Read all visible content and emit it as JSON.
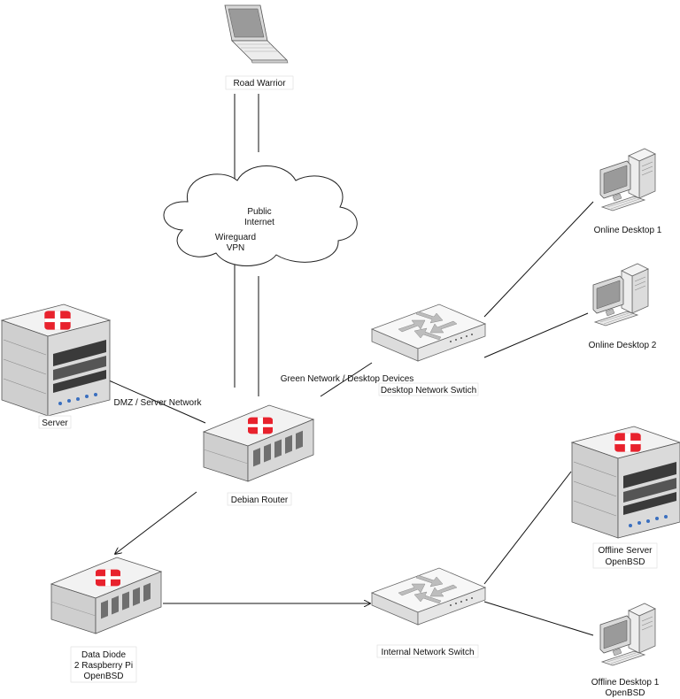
{
  "nodes": {
    "road_warrior": {
      "label": "Road Warrior"
    },
    "public_internet": {
      "label_lines": [
        "Public",
        "Internet"
      ]
    },
    "wireguard_vpn": {
      "label_lines": [
        "Wireguard",
        "VPN"
      ]
    },
    "server": {
      "label": "Server"
    },
    "debian_router": {
      "label": "Debian Router"
    },
    "desktop_switch": {
      "label": "Desktop Network Swtich"
    },
    "online_desktop_1": {
      "label": "Online Desktop 1"
    },
    "online_desktop_2": {
      "label": "Online Desktop 2"
    },
    "offline_server": {
      "label_lines": [
        "Offline Server",
        "OpenBSD"
      ]
    },
    "data_diode": {
      "label_lines": [
        "Data Diode",
        "2 Raspberry Pi",
        "OpenBSD"
      ]
    },
    "internal_switch": {
      "label": "Internal Network Switch"
    },
    "offline_desktop_1": {
      "label_lines": [
        "Offline Desktop 1",
        "OpenBSD"
      ]
    }
  },
  "edges": {
    "dmz": {
      "label": "DMZ / Server Network"
    },
    "green": {
      "label": "Green Network / Desktop Devices"
    }
  },
  "colors": {
    "brand_red": "#e8222d",
    "line": "#111111",
    "cloud_stroke": "#222222"
  },
  "icons": {
    "laptop": "laptop-icon",
    "cloud": "cloud-icon",
    "rack": "fortinet-rack-server-icon",
    "appliance": "fortinet-appliance-icon",
    "switch": "network-switch-icon",
    "desktop": "desktop-computer-icon"
  }
}
